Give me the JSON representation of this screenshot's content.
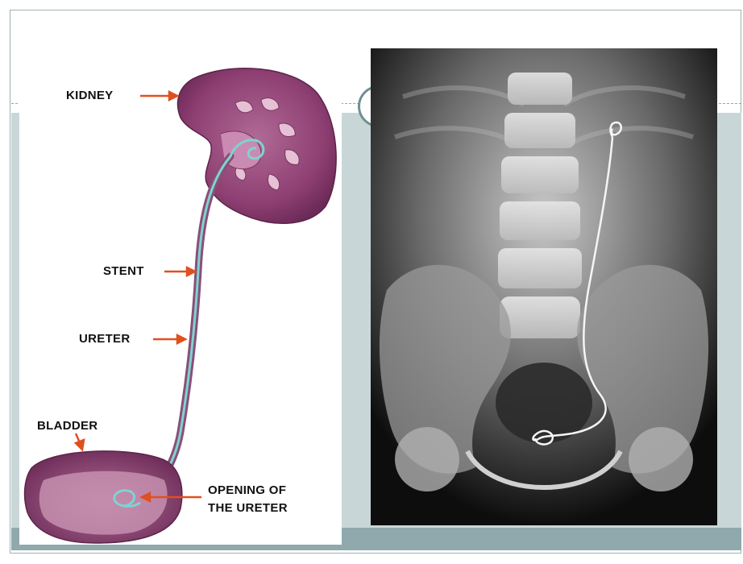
{
  "diagram": {
    "labels": {
      "kidney": "KIDNEY",
      "stent": "STENT",
      "ureter": "URETER",
      "bladder": "BLADDER",
      "opening_line1": "OPENING OF",
      "opening_line2": "THE URETER"
    },
    "colors": {
      "kidney": "#8e3f73",
      "kidney_inner": "#c98bb2",
      "stent": "#7fd3cf",
      "arrow": "#e0501f",
      "bladder": "#8a3d6e"
    }
  },
  "xray": {
    "description_icon": "xray-image"
  }
}
